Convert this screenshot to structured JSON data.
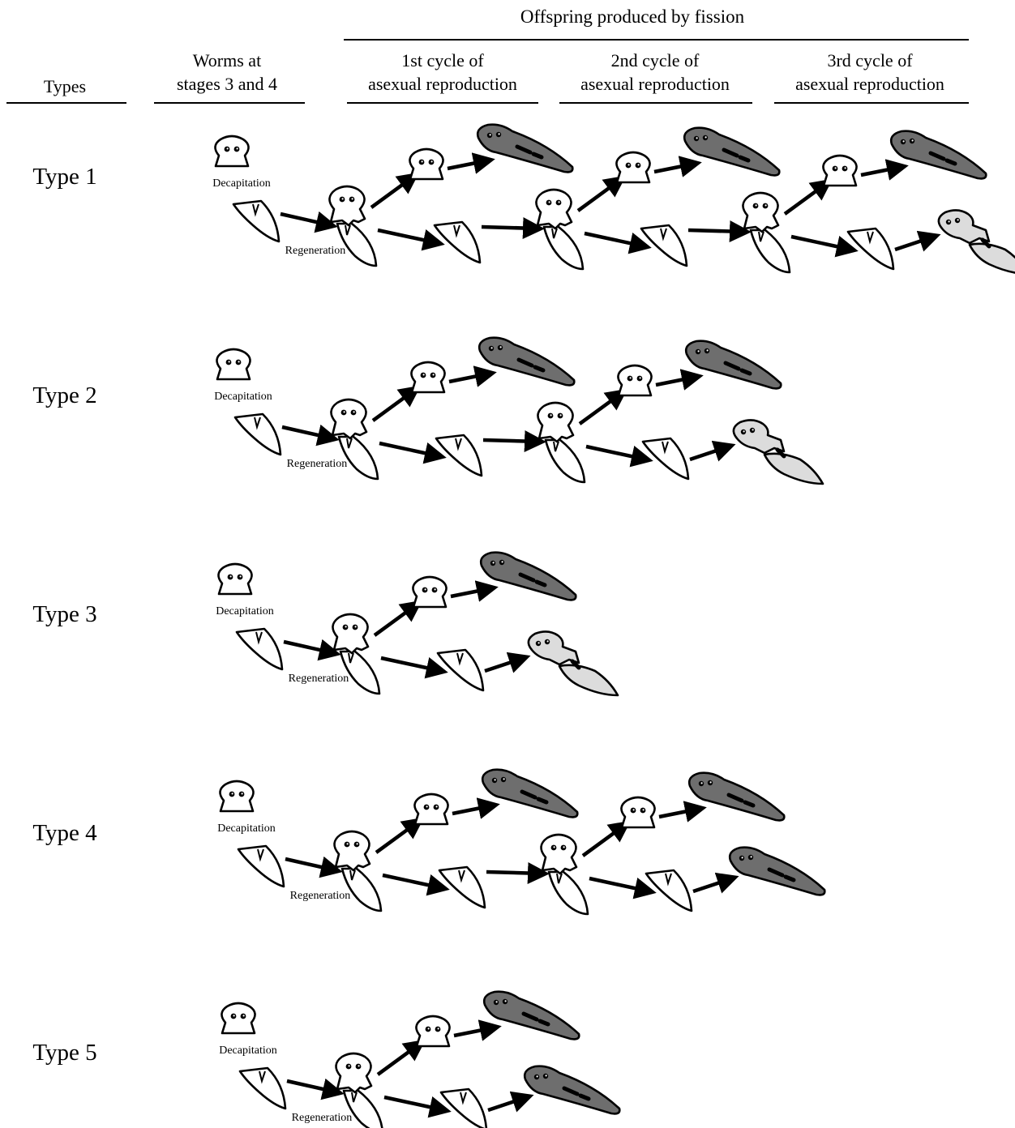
{
  "header": {
    "types": "Types",
    "worms_line1": "Worms at",
    "worms_line2": "stages 3 and 4",
    "offspring": "Offspring produced by fission",
    "cycles": [
      {
        "line1": "1st cycle of",
        "line2": "asexual reproduction"
      },
      {
        "line1": "2nd cycle of",
        "line2": "asexual reproduction"
      },
      {
        "line1": "3rd cycle of",
        "line2": "asexual reproduction"
      }
    ]
  },
  "labels": {
    "decapitation": "Decapitation",
    "regeneration": "Regeneration"
  },
  "colors": {
    "white_worm": "#ffffff",
    "dark_worm": "#6e6e6e",
    "light_worm": "#dcdcdc",
    "outline": "#000000"
  },
  "rows": [
    {
      "label": "Type 1",
      "cycles": 3,
      "final": [
        "dark",
        "dark",
        "dark",
        "light"
      ]
    },
    {
      "label": "Type 2",
      "cycles": 2,
      "final": [
        "dark",
        "dark",
        "light"
      ]
    },
    {
      "label": "Type 3",
      "cycles": 1,
      "final": [
        "dark",
        "light"
      ]
    },
    {
      "label": "Type 4",
      "cycles": 2,
      "final": [
        "dark",
        "dark",
        "dark"
      ]
    },
    {
      "label": "Type 5",
      "cycles": 1,
      "final": [
        "dark",
        "dark"
      ]
    }
  ]
}
